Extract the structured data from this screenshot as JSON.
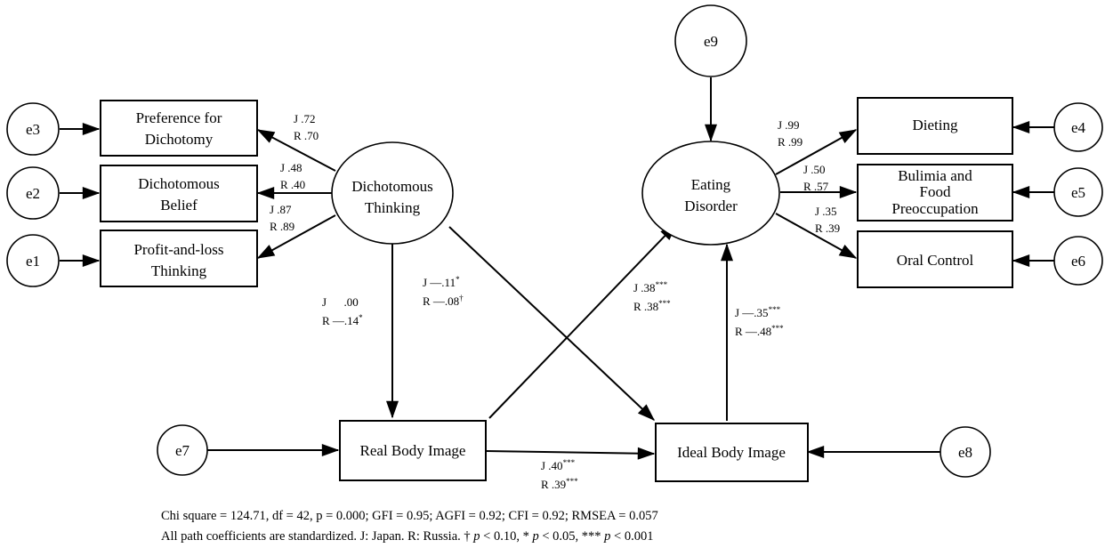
{
  "observed": {
    "preference_for_dichotomy": [
      "Preference for",
      "Dichotomy"
    ],
    "dichotomous_belief": [
      "Dichotomous",
      "Belief"
    ],
    "profit_and_loss_thinking": [
      "Profit-and-loss",
      "Thinking"
    ],
    "dieting": [
      "Dieting"
    ],
    "bulimia_food_preoccupation": [
      "Bulimia and",
      "Food",
      "Preoccupation"
    ],
    "oral_control": [
      "Oral Control"
    ],
    "real_body_image": [
      "Real Body Image"
    ],
    "ideal_body_image": [
      "Ideal Body Image"
    ]
  },
  "latent": {
    "dichotomous_thinking": [
      "Dichotomous",
      "Thinking"
    ],
    "eating_disorder": [
      "Eating",
      "Disorder"
    ]
  },
  "errors": {
    "e1": "e1",
    "e2": "e2",
    "e3": "e3",
    "e4": "e4",
    "e5": "e5",
    "e6": "e6",
    "e7": "e7",
    "e8": "e8",
    "e9": "e9"
  },
  "coefficients": {
    "dt_pref": {
      "j": "J .72",
      "r": "R .70"
    },
    "dt_belief": {
      "j": "J .48",
      "r": "R .40"
    },
    "dt_profit": {
      "j": "J .87",
      "r": "R .89"
    },
    "ed_dieting": {
      "j": "J .99",
      "r": "R .99"
    },
    "ed_bulimia": {
      "j": "J .50",
      "r": "R .57"
    },
    "ed_oral": {
      "j": "J .35",
      "r": "R .39"
    },
    "dt_real": {
      "j": "J      .00",
      "r": "R —.14",
      "r_sup": "*"
    },
    "dt_ideal": {
      "j": "J —.11",
      "j_sup": "*",
      "r": "R —.08",
      "r_sup": "†"
    },
    "real_ed": {
      "j": "J .38",
      "j_sup": "***",
      "r": "R .38",
      "r_sup": "***"
    },
    "ideal_ed": {
      "j": "J —.35",
      "j_sup": "***",
      "r": "R —.48",
      "r_sup": "***"
    },
    "real_ideal": {
      "j": "J .40",
      "j_sup": "***",
      "r": "R .39",
      "r_sup": "***"
    }
  },
  "footnotes": {
    "fit": "Chi square = 124.71, df = 42, p = 0.000; GFI = 0.95; AGFI = 0.92; CFI = 0.92; RMSEA = 0.057",
    "legend_a": "All path coefficients are standardized. J: Japan. R: Russia. † ",
    "legend_p1": "p",
    "legend_b": " < 0.10, * ",
    "legend_p2": "p",
    "legend_c": " < 0.05, *** ",
    "legend_p3": "p",
    "legend_d": " < 0.001"
  }
}
